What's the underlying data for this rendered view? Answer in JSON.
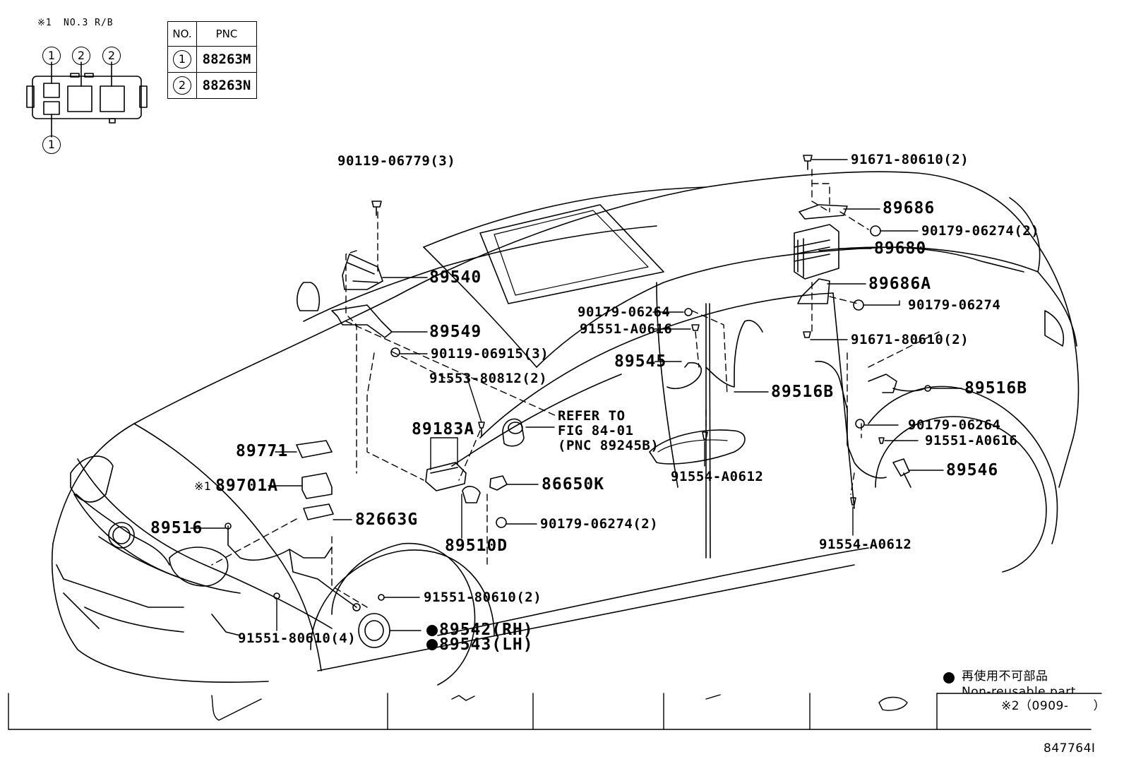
{
  "relay_block": {
    "note_mark": "※1",
    "title": "NO.3 R/B",
    "callouts": [
      "1",
      "2",
      "2",
      "1"
    ]
  },
  "pnc_table": {
    "headers": [
      "NO.",
      "PNC"
    ],
    "rows": [
      {
        "no": "1",
        "pnc": "88263M"
      },
      {
        "no": "2",
        "pnc": "88263N"
      }
    ]
  },
  "parts": {
    "p90119_06779": "90119-06779(3)",
    "p89540": "89540",
    "p89549": "89549",
    "p90119_06915": "90119-06915(3)",
    "p91553_80812": "91553-80812(2)",
    "p89183A": "89183A",
    "p89771": "89771",
    "p89701A_mark": "※1",
    "p89701A": "89701A",
    "p82663G": "82663G",
    "p89516": "89516",
    "p89510D": "89510D",
    "p86650K": "86650K",
    "p90179_06274_2_front": "90179-06274(2)",
    "p91551_80610_2": "91551-80610(2)",
    "p89542": "89542(RH)",
    "p89543": "89543(LH)",
    "p91551_80610_4": "91551-80610(4)",
    "refer_line1": "REFER TO",
    "refer_line2": "FIG 84-01",
    "refer_line3": "(PNC 89245B)",
    "p91671_80610_top": "91671-80610(2)",
    "p89686": "89686",
    "p90179_06274_2_rear": "90179-06274(2)",
    "p89680": "89680",
    "p89686A": "89686A",
    "p90179_06264_left": "90179-06264",
    "p90179_06274_rear": "90179-06274",
    "p91551_A0616_left": "91551-A0616",
    "p91671_80610_mid": "91671-80610(2)",
    "p89545": "89545",
    "p89516B_left": "89516B",
    "p89516B_right": "89516B",
    "p91554_A0612_left": "91554-A0612",
    "p90179_06264_right": "90179-06264",
    "p91551_A0616_right": "91551-A0616",
    "p89546": "89546",
    "p91554_A0612_right": "91554-A0612"
  },
  "legend": {
    "line1": "再使用不可部品",
    "line2": "Non-reusable part",
    "note2": "※2（0909-　　）"
  },
  "figure_id": "847764I"
}
